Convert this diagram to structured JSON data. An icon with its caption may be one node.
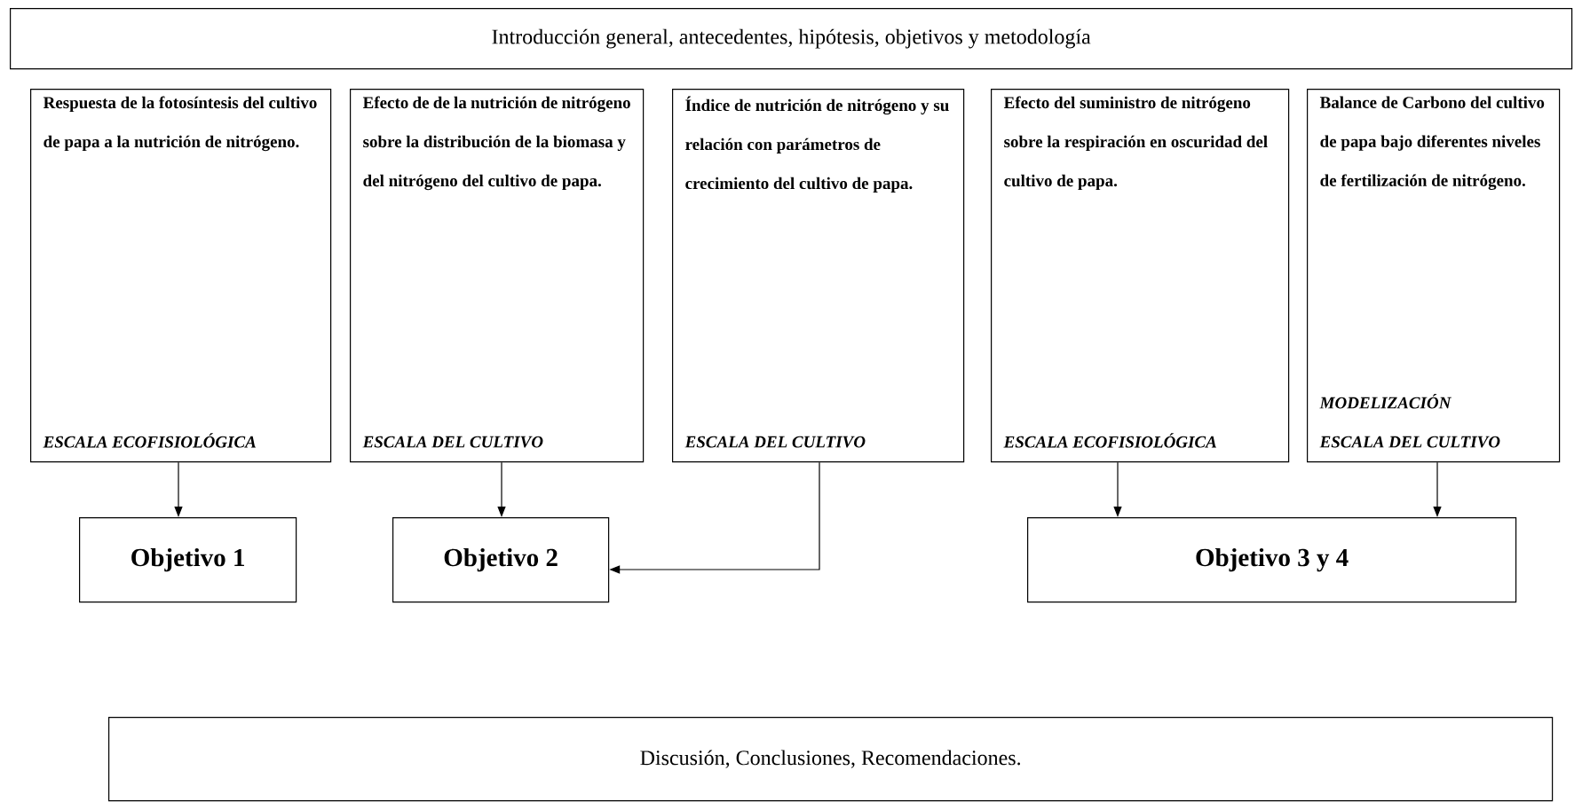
{
  "diagram": {
    "nodes": [
      {
        "text": [
          "Introducción general, antecedentes, hipótesis, objetivos y metodología"
        ]
      },
      {
        "text": [
          "Respuesta de la fotosíntesis del cultivo de papa a la nutrición de nitrógeno.",
          "ESCALA ECOFISIOLÓGICA"
        ]
      },
      {
        "text": [
          "Efecto de de la nutrición de nitrógeno sobre la distribución de la biomasa y del nitrógeno del cultivo de papa.",
          "ESCALA DEL CULTIVO"
        ]
      },
      {
        "text": [
          "Índice de nutrición de nitrógeno y su relación con parámetros de crecimiento del cultivo de papa.",
          "ESCALA DEL CULTIVO"
        ]
      },
      {
        "text": [
          "Efecto del suministro de nitrógeno sobre la respiración en oscuridad del cultivo de papa.",
          "ESCALA ECOFISIOLÓGICA"
        ]
      },
      {
        "text": [
          "Balance de Carbono del cultivo de papa bajo diferentes niveles de fertilización de nitrógeno.",
          "MODELIZACIÓN",
          "ESCALA DEL CULTIVO"
        ]
      },
      {
        "text": [
          "Objetivo 1"
        ]
      },
      {
        "text": [
          "Objetivo 2"
        ]
      },
      {
        "text": [
          "Objetivo 3 y 4"
        ]
      },
      {
        "text": [
          "Discusión, Conclusiones, Recomendaciones."
        ]
      }
    ],
    "edges": [
      {
        "from": 1,
        "to": 6,
        "arrow": "to"
      },
      {
        "from": 2,
        "to": 7,
        "arrow": "to"
      },
      {
        "from": 3,
        "to": 7,
        "arrow": "to"
      },
      {
        "from": 4,
        "to": 8,
        "arrow": "to"
      },
      {
        "from": 5,
        "to": 8,
        "arrow": "to"
      }
    ]
  }
}
